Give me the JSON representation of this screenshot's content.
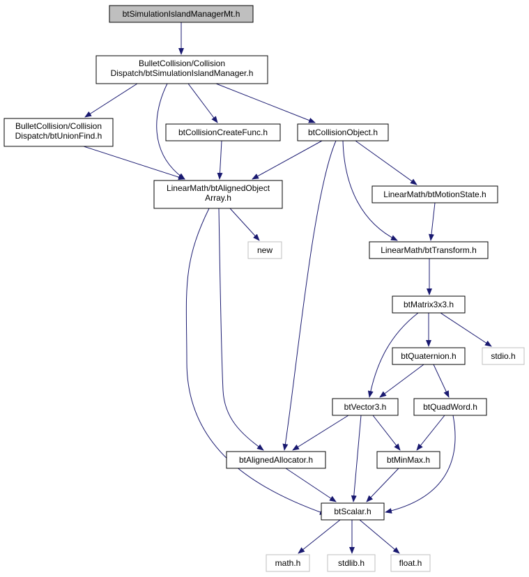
{
  "graph": {
    "title": "",
    "colors": {
      "edge": "#191970",
      "node_border": "#000000",
      "external_border": "#bfbfbf",
      "root_fill": "#bfbfbf"
    },
    "nodes": [
      {
        "id": "root",
        "lines": [
          "btSimulationIslandManagerMt.h"
        ],
        "kind": "root"
      },
      {
        "id": "sim_island",
        "lines": [
          "BulletCollision/Collision",
          "Dispatch/btSimulationIslandManager.h"
        ],
        "kind": "file"
      },
      {
        "id": "union_find",
        "lines": [
          "BulletCollision/Collision",
          "Dispatch/btUnionFind.h"
        ],
        "kind": "file"
      },
      {
        "id": "create_func",
        "lines": [
          "btCollisionCreateFunc.h"
        ],
        "kind": "file"
      },
      {
        "id": "coll_obj",
        "lines": [
          "btCollisionObject.h"
        ],
        "kind": "file"
      },
      {
        "id": "aligned_array",
        "lines": [
          "LinearMath/btAlignedObject",
          "Array.h"
        ],
        "kind": "file"
      },
      {
        "id": "motion_state",
        "lines": [
          "LinearMath/btMotionState.h"
        ],
        "kind": "file"
      },
      {
        "id": "new",
        "lines": [
          "new"
        ],
        "kind": "external"
      },
      {
        "id": "transform",
        "lines": [
          "LinearMath/btTransform.h"
        ],
        "kind": "file"
      },
      {
        "id": "matrix",
        "lines": [
          "btMatrix3x3.h"
        ],
        "kind": "file"
      },
      {
        "id": "quaternion",
        "lines": [
          "btQuaternion.h"
        ],
        "kind": "file"
      },
      {
        "id": "stdio",
        "lines": [
          "stdio.h"
        ],
        "kind": "external"
      },
      {
        "id": "vector3",
        "lines": [
          "btVector3.h"
        ],
        "kind": "file"
      },
      {
        "id": "quadword",
        "lines": [
          "btQuadWord.h"
        ],
        "kind": "file"
      },
      {
        "id": "aligned_alloc",
        "lines": [
          "btAlignedAllocator.h"
        ],
        "kind": "file"
      },
      {
        "id": "minmax",
        "lines": [
          "btMinMax.h"
        ],
        "kind": "file"
      },
      {
        "id": "scalar",
        "lines": [
          "btScalar.h"
        ],
        "kind": "file"
      },
      {
        "id": "math",
        "lines": [
          "math.h"
        ],
        "kind": "external"
      },
      {
        "id": "stdlib",
        "lines": [
          "stdlib.h"
        ],
        "kind": "external"
      },
      {
        "id": "float",
        "lines": [
          "float.h"
        ],
        "kind": "external"
      }
    ],
    "edges": [
      {
        "from": "root",
        "to": "sim_island"
      },
      {
        "from": "sim_island",
        "to": "union_find"
      },
      {
        "from": "sim_island",
        "to": "aligned_array"
      },
      {
        "from": "sim_island",
        "to": "create_func"
      },
      {
        "from": "sim_island",
        "to": "coll_obj"
      },
      {
        "from": "union_find",
        "to": "aligned_array"
      },
      {
        "from": "create_func",
        "to": "aligned_array"
      },
      {
        "from": "coll_obj",
        "to": "aligned_array"
      },
      {
        "from": "coll_obj",
        "to": "aligned_alloc"
      },
      {
        "from": "coll_obj",
        "to": "transform"
      },
      {
        "from": "coll_obj",
        "to": "motion_state"
      },
      {
        "from": "aligned_array",
        "to": "new"
      },
      {
        "from": "aligned_array",
        "to": "aligned_alloc"
      },
      {
        "from": "aligned_array",
        "to": "scalar"
      },
      {
        "from": "motion_state",
        "to": "transform"
      },
      {
        "from": "transform",
        "to": "matrix"
      },
      {
        "from": "matrix",
        "to": "vector3"
      },
      {
        "from": "matrix",
        "to": "quaternion"
      },
      {
        "from": "matrix",
        "to": "stdio"
      },
      {
        "from": "quaternion",
        "to": "vector3"
      },
      {
        "from": "quaternion",
        "to": "quadword"
      },
      {
        "from": "vector3",
        "to": "aligned_alloc"
      },
      {
        "from": "vector3",
        "to": "scalar"
      },
      {
        "from": "vector3",
        "to": "minmax"
      },
      {
        "from": "quadword",
        "to": "minmax"
      },
      {
        "from": "quadword",
        "to": "scalar"
      },
      {
        "from": "aligned_alloc",
        "to": "scalar"
      },
      {
        "from": "minmax",
        "to": "scalar"
      },
      {
        "from": "scalar",
        "to": "math"
      },
      {
        "from": "scalar",
        "to": "stdlib"
      },
      {
        "from": "scalar",
        "to": "float"
      }
    ]
  }
}
